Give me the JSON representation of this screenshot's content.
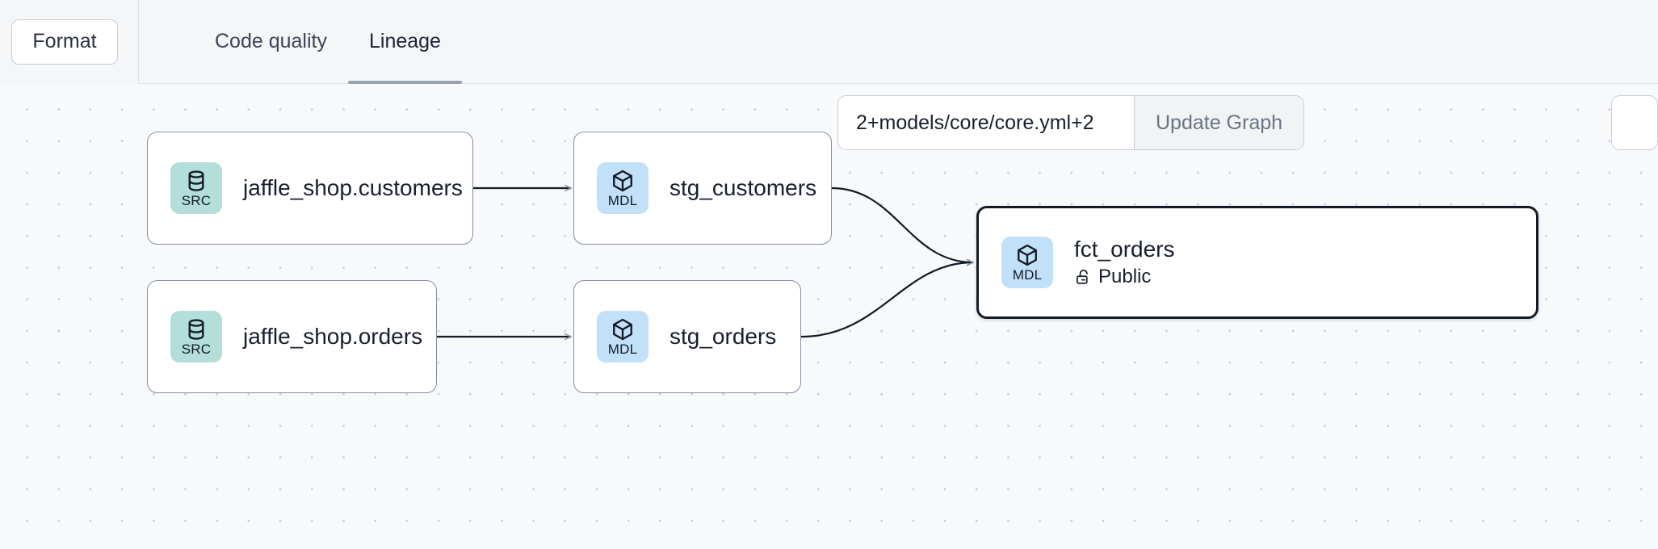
{
  "toolbar": {
    "format_label": "Format",
    "tabs": [
      {
        "label": "Code quality",
        "active": false
      },
      {
        "label": "Lineage",
        "active": true
      }
    ]
  },
  "graph_controls": {
    "selector_value": "2+models/core/core.yml+2",
    "selector_placeholder": "2+models/core/core.yml+2",
    "update_label": "Update Graph"
  },
  "lineage": {
    "nodes": [
      {
        "id": "src_customers",
        "title": "jaffle_shop.customers",
        "badge": "SRC",
        "badge_icon": "database-icon",
        "badge_color": "#b3ded9",
        "selected": false,
        "meta": null
      },
      {
        "id": "stg_customers",
        "title": "stg_customers",
        "badge": "MDL",
        "badge_icon": "cube-icon",
        "badge_color": "#c2e0f8",
        "selected": false,
        "meta": null
      },
      {
        "id": "src_orders",
        "title": "jaffle_shop.orders",
        "badge": "SRC",
        "badge_icon": "database-icon",
        "badge_color": "#b3ded9",
        "selected": false,
        "meta": null
      },
      {
        "id": "stg_orders",
        "title": "stg_orders",
        "badge": "MDL",
        "badge_icon": "cube-icon",
        "badge_color": "#c2e0f8",
        "selected": false,
        "meta": null
      },
      {
        "id": "fct_orders",
        "title": "fct_orders",
        "badge": "MDL",
        "badge_icon": "cube-icon",
        "badge_color": "#c2e0f8",
        "selected": true,
        "meta": {
          "icon": "unlock-icon",
          "label": "Public"
        }
      }
    ],
    "edges": [
      {
        "from": "src_customers",
        "to": "stg_customers"
      },
      {
        "from": "src_orders",
        "to": "stg_orders"
      },
      {
        "from": "stg_customers",
        "to": "fct_orders"
      },
      {
        "from": "stg_orders",
        "to": "fct_orders"
      }
    ]
  }
}
